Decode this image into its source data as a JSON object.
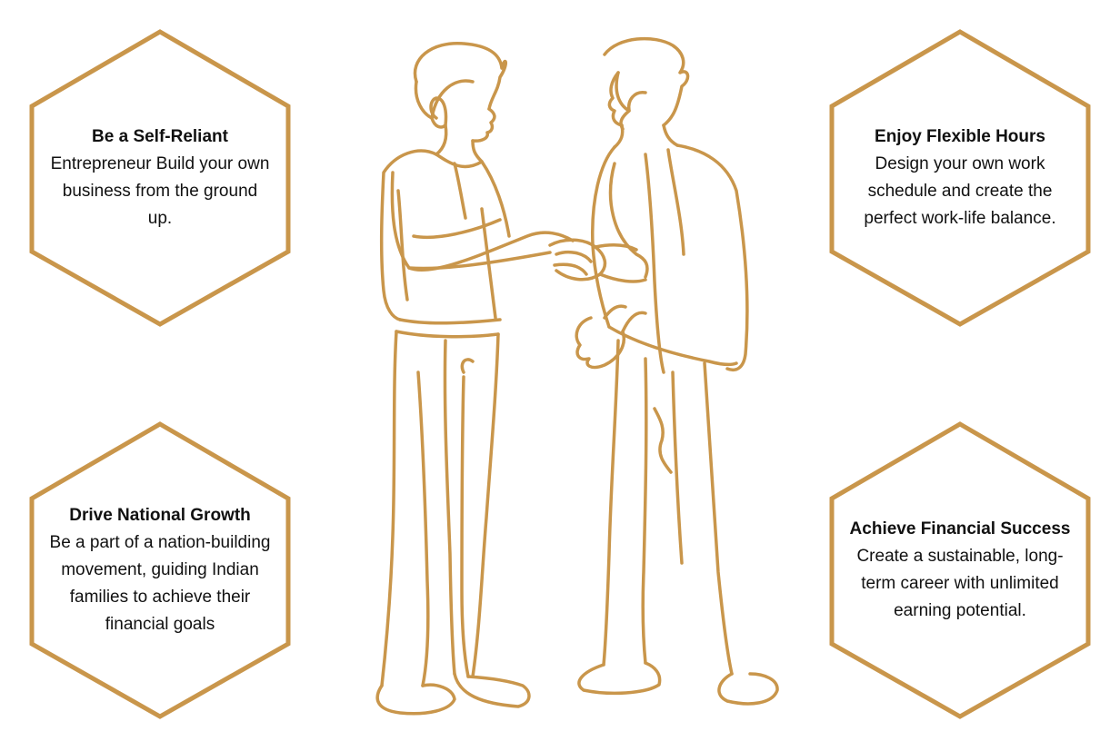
{
  "theme": {
    "accent": "#c9964b",
    "text": "#111111",
    "background": "#ffffff"
  },
  "benefits": [
    {
      "title": "Be a Self-Reliant",
      "body": "Entrepreneur Build your own business from the ground up."
    },
    {
      "title": "Enjoy Flexible Hours",
      "body": "Design your own work schedule and create the perfect work-life balance."
    },
    {
      "title": "Drive National Growth",
      "body": "Be a part of a nation-building movement, guiding Indian families to achieve their financial goals"
    },
    {
      "title": "Achieve Financial Success",
      "body": "Create a sustainable, long-term career with unlimited earning potential."
    }
  ],
  "illustration": {
    "icon": "handshake-line-art-icon"
  }
}
